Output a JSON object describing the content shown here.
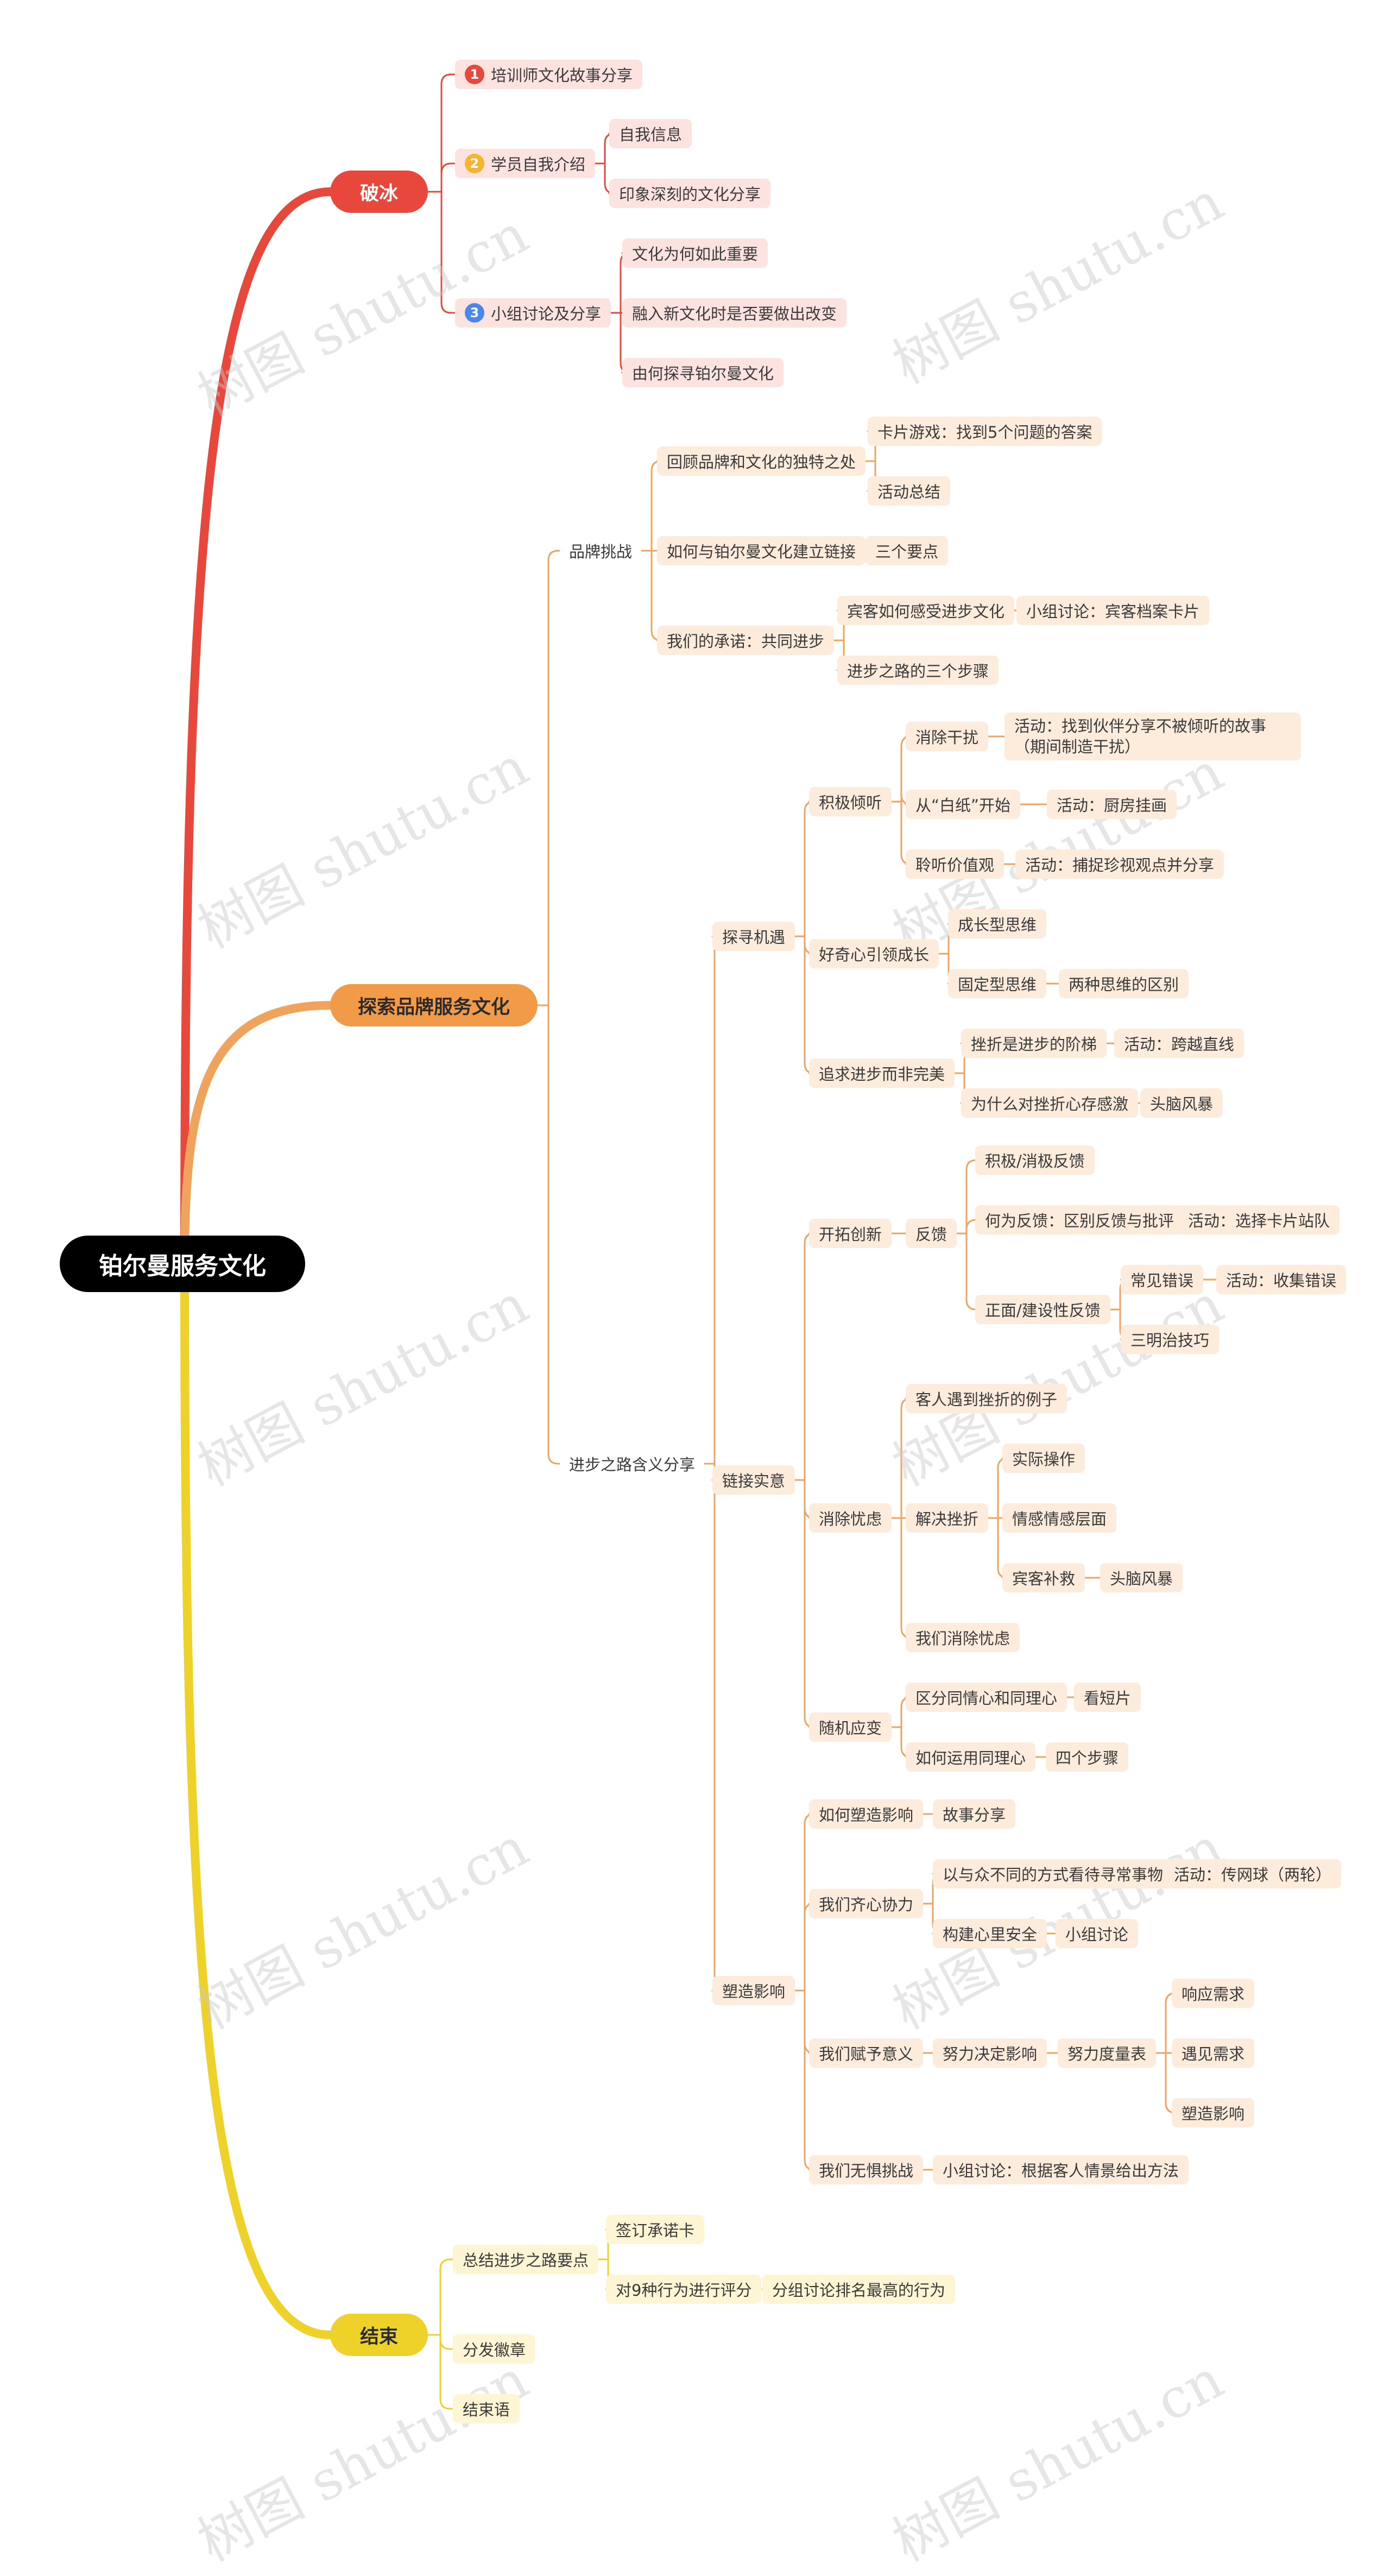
{
  "root": "铂尔曼服务文化",
  "colors": {
    "red": "#e8473b",
    "orange": "#f19a48",
    "yellow": "#eed22a",
    "connector_red": "#e8473b",
    "connector_orange": "#f0a35c",
    "connector_yellow": "#eed22a"
  },
  "watermark": "树图 shutu.cn",
  "branch1": {
    "title": "破冰",
    "items": {
      "i1": {
        "num": "1",
        "label": "培训师文化故事分享"
      },
      "i2": {
        "num": "2",
        "label": "学员自我介绍",
        "c1": "自我信息",
        "c2": "印象深刻的文化分享"
      },
      "i3": {
        "num": "3",
        "label": "小组讨论及分享",
        "c1": "文化为何如此重要",
        "c2": "融入新文化时是否要做出改变",
        "c3": "由何探寻铂尔曼文化"
      }
    }
  },
  "branch2": {
    "title": "探索品牌服务文化",
    "brand": {
      "label": "品牌挑战",
      "a": {
        "label": "回顾品牌和文化的独特之处",
        "c1": "卡片游戏：找到5个问题的答案",
        "c2": "活动总结"
      },
      "b": {
        "label": "如何与铂尔曼文化建立链接",
        "c1": "三个要点"
      },
      "c": {
        "label": "我们的承诺：共同进步",
        "c1": "宾客如何感受进步文化",
        "c1a": "小组讨论：宾客档案卡片",
        "c2": "进步之路的三个步骤"
      }
    },
    "path": {
      "label": "进步之路含义分享",
      "seek": {
        "label": "探寻机遇",
        "listen": {
          "label": "积极倾听",
          "a": "消除干扰",
          "a1": "活动：找到伙伴分享不被倾听的故事（期间制造干扰）",
          "b": "从“白纸”开始",
          "b1": "活动：厨房挂画",
          "c": "聆听价值观",
          "c1": "活动：捕捉珍视观点并分享"
        },
        "curious": {
          "label": "好奇心引领成长",
          "a": "成长型思维",
          "b": "固定型思维",
          "b1": "两种思维的区别"
        },
        "progress": {
          "label": "追求进步而非完美",
          "a": "挫折是进步的阶梯",
          "a1": "活动：跨越直线",
          "b": "为什么对挫折心存感激",
          "b1": "头脑风暴"
        }
      },
      "link": {
        "label": "链接实意",
        "pioneer": {
          "label": "开拓创新",
          "fb": "反馈",
          "f1": "积极/消极反馈",
          "f2": "何为反馈：区别反馈与批评",
          "f2a": "活动：选择卡片站队",
          "f3": "正面/建设性反馈",
          "f3a": "常见错误",
          "f3a1": "活动：收集错误",
          "f3b": "三明治技巧"
        },
        "worry": {
          "label": "消除忧虑",
          "a": "客人遇到挫折的例子",
          "b": "解决挫折",
          "b1": "实际操作",
          "b2": "情感情感层面",
          "b3": "宾客补救",
          "b3a": "头脑风暴",
          "c": "我们消除忧虑"
        },
        "adapt": {
          "label": "随机应变",
          "a": "区分同情心和同理心",
          "a1": "看短片",
          "b": "如何运用同理心",
          "b1": "四个步骤"
        }
      },
      "shape": {
        "label": "塑造影响",
        "a": "如何塑造影响",
        "a1": "故事分享",
        "b": "我们齐心协力",
        "b1": "以与众不同的方式看待寻常事物",
        "b1a": "活动：传网球（两轮）",
        "b2": "构建心里安全",
        "b2a": "小组讨论",
        "c": "我们赋予意义",
        "c1": "努力决定影响",
        "c2": "努力度量表",
        "c3a": "响应需求",
        "c3b": "遇见需求",
        "c3c": "塑造影响",
        "d": "我们无惧挑战",
        "d1": "小组讨论：根据客人情景给出方法"
      }
    }
  },
  "branch3": {
    "title": "结束",
    "a": {
      "label": "总结进步之路要点",
      "c1": "签订承诺卡",
      "c2": "对9种行为进行评分",
      "c2a": "分组讨论排名最高的行为"
    },
    "b": "分发徽章",
    "c": "结束语"
  }
}
